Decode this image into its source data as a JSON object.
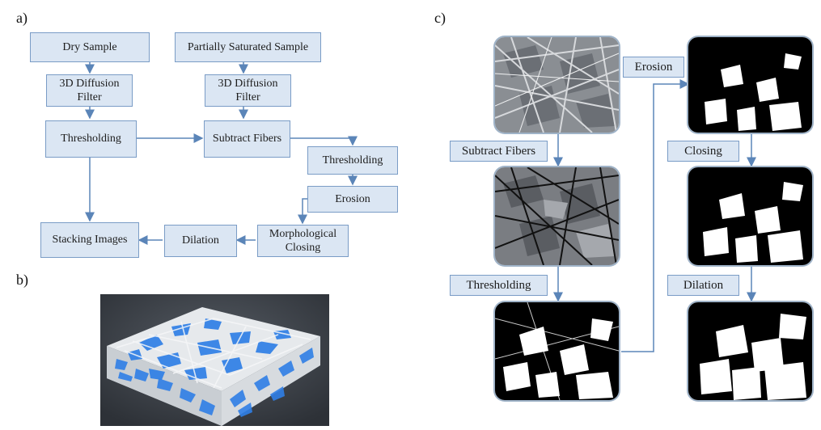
{
  "panels": {
    "a": "a)",
    "b": "b)",
    "c": "c)"
  },
  "flowchart": {
    "dry_sample": "Dry Sample",
    "partially_saturated": "Partially Saturated Sample",
    "diffusion_1_line1": "3D Diffusion",
    "diffusion_1_line2": "Filter",
    "diffusion_2_line1": "3D Diffusion",
    "diffusion_2_line2": "Filter",
    "thresholding_1": "Thresholding",
    "subtract_fibers": "Subtract Fibers",
    "thresholding_2": "Thresholding",
    "erosion": "Erosion",
    "morph_line1": "Morphological",
    "morph_line2": "Closing",
    "dilation": "Dilation",
    "stacking": "Stacking Images"
  },
  "pipeline": {
    "subtract_fibers": "Subtract Fibers",
    "thresholding": "Thresholding",
    "erosion": "Erosion",
    "closing": "Closing",
    "dilation": "Dilation"
  },
  "colors": {
    "box_fill": "#dbe6f3",
    "box_border": "#7a9cc6",
    "arrow": "#5b85b8",
    "pore_blue": "#2f7fe6"
  }
}
